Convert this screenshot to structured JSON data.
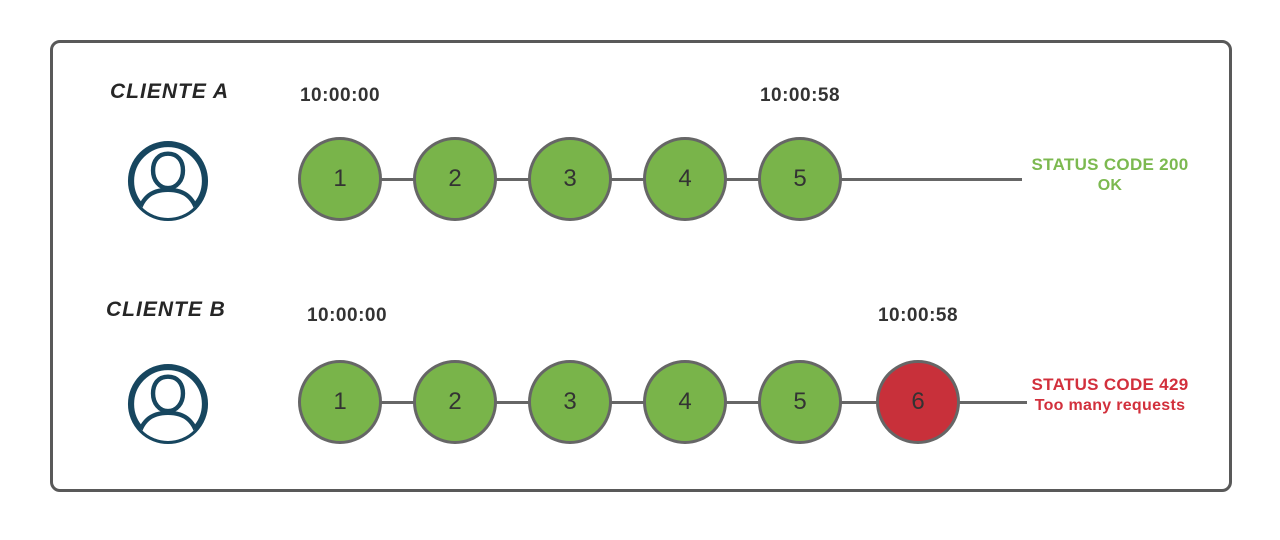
{
  "diagram": {
    "title_semantic": "rate-limit-timeline",
    "rows": [
      {
        "client_label": "CLIENTE A",
        "start_time": "10:00:00",
        "end_time": "10:00:58",
        "requests": [
          {
            "label": "1",
            "state": "success"
          },
          {
            "label": "2",
            "state": "success"
          },
          {
            "label": "3",
            "state": "success"
          },
          {
            "label": "4",
            "state": "success"
          },
          {
            "label": "5",
            "state": "success"
          }
        ],
        "status": {
          "line1": "STATUS CODE 200",
          "line2": "OK"
        }
      },
      {
        "client_label": "CLIENTE B",
        "start_time": "10:00:00",
        "end_time": "10:00:58",
        "requests": [
          {
            "label": "1",
            "state": "success"
          },
          {
            "label": "2",
            "state": "success"
          },
          {
            "label": "3",
            "state": "success"
          },
          {
            "label": "4",
            "state": "success"
          },
          {
            "label": "5",
            "state": "success"
          },
          {
            "label": "6",
            "state": "rate-limited"
          }
        ],
        "status": {
          "line1": "STATUS CODE 429",
          "line2": "Too many requests"
        }
      }
    ],
    "colors": {
      "request_success": "#79B44A",
      "request_blocked": "#C8303A",
      "circle_border": "#666666",
      "timeline_line": "#666666",
      "avatar_blue": "#17465F",
      "frame_border": "#595959",
      "status_ok_text": "#7CB950",
      "status_error_text": "#D2303C",
      "timestamp_text": "#333333"
    }
  }
}
